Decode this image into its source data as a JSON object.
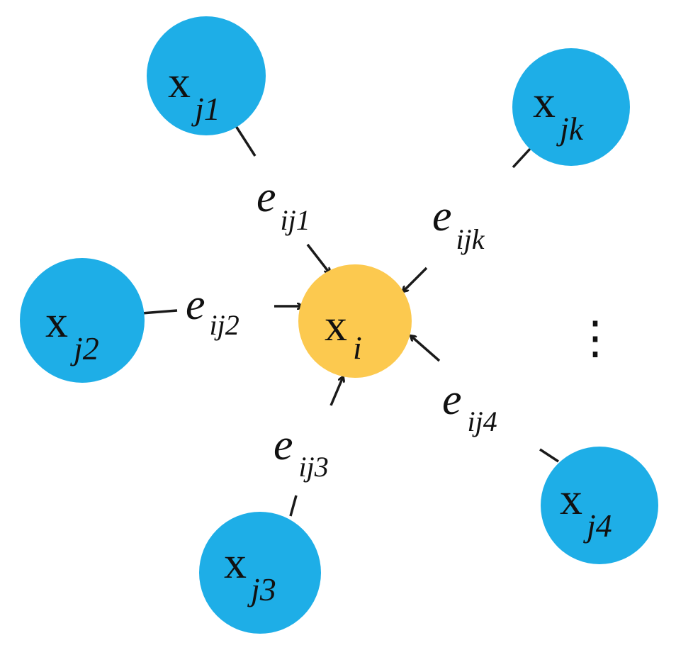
{
  "colors": {
    "neighbor_node": "#1eaee7",
    "center_node": "#fcc94f",
    "text": "#111111",
    "line": "#1a1a1a"
  },
  "center": {
    "main": "x",
    "sub": "i"
  },
  "neighbors": [
    {
      "id": "j1",
      "main": "x",
      "sub": "j1"
    },
    {
      "id": "jk",
      "main": "x",
      "sub": "jk"
    },
    {
      "id": "j2",
      "main": "x",
      "sub": "j2"
    },
    {
      "id": "j3",
      "main": "x",
      "sub": "j3"
    },
    {
      "id": "j4",
      "main": "x",
      "sub": "j4"
    }
  ],
  "edges": [
    {
      "id": "e1",
      "main": "e",
      "sub": "ij1"
    },
    {
      "id": "ek",
      "main": "e",
      "sub": "ijk"
    },
    {
      "id": "e2",
      "main": "e",
      "sub": "ij2"
    },
    {
      "id": "e3",
      "main": "e",
      "sub": "ij3"
    },
    {
      "id": "e4",
      "main": "e",
      "sub": "ij4"
    }
  ],
  "ellipsis": "⋮"
}
